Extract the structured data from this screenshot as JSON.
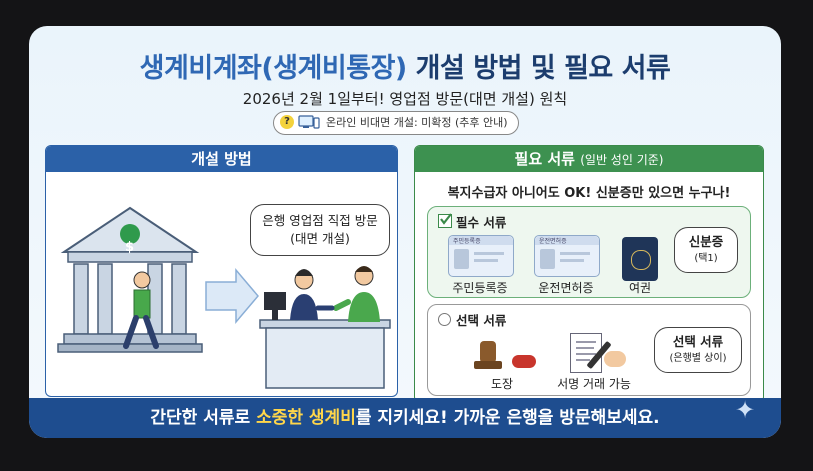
{
  "header": {
    "title_main": "생계비계좌(생계비통장)",
    "title_rest": " 개설 방법 및 필요 서류",
    "subtitle": "2026년 2월 1일부터! 영업점 방문(대면 개설) 원칙",
    "online_note": "온라인 비대면 개설: 미확정 (추후 안내)",
    "question_mark": "?"
  },
  "left_panel": {
    "title": "개설 방법",
    "bubble_line1": "은행 영업점 직접 방문",
    "bubble_line2": "(대면 개설)",
    "bank_sign": "$"
  },
  "right_panel": {
    "title": "필요 서류",
    "title_sub": "(일반 성인 기준)",
    "note": "복지수급자 아니어도 OK! 신분증만 있으면 누구나!",
    "required": {
      "title": "필수 서류",
      "docs": [
        {
          "card_text": "주민등록증",
          "label": "주민등록증"
        },
        {
          "card_text": "운전면허증",
          "label": "운전면허증"
        },
        {
          "card_text": "",
          "label": "여권"
        }
      ],
      "bubble_line1": "신분증",
      "bubble_line2": "(택1)"
    },
    "optional": {
      "title": "선택 서류",
      "items": [
        "도장",
        "서명 거래 가능"
      ],
      "bubble_line1": "선택 서류",
      "bubble_line2": "(은행별 상이)"
    }
  },
  "banner": {
    "part1": "간단한 서류로 ",
    "highlight": "소중한 생계비",
    "part2": "를 지키세요! 가까운 은행을 방문해보세요."
  },
  "colors": {
    "navy": "#1c3d6e",
    "blue": "#2b61a8",
    "green": "#3d9150",
    "highlight": "#ffd64a",
    "banner": "#1e4d8f"
  }
}
